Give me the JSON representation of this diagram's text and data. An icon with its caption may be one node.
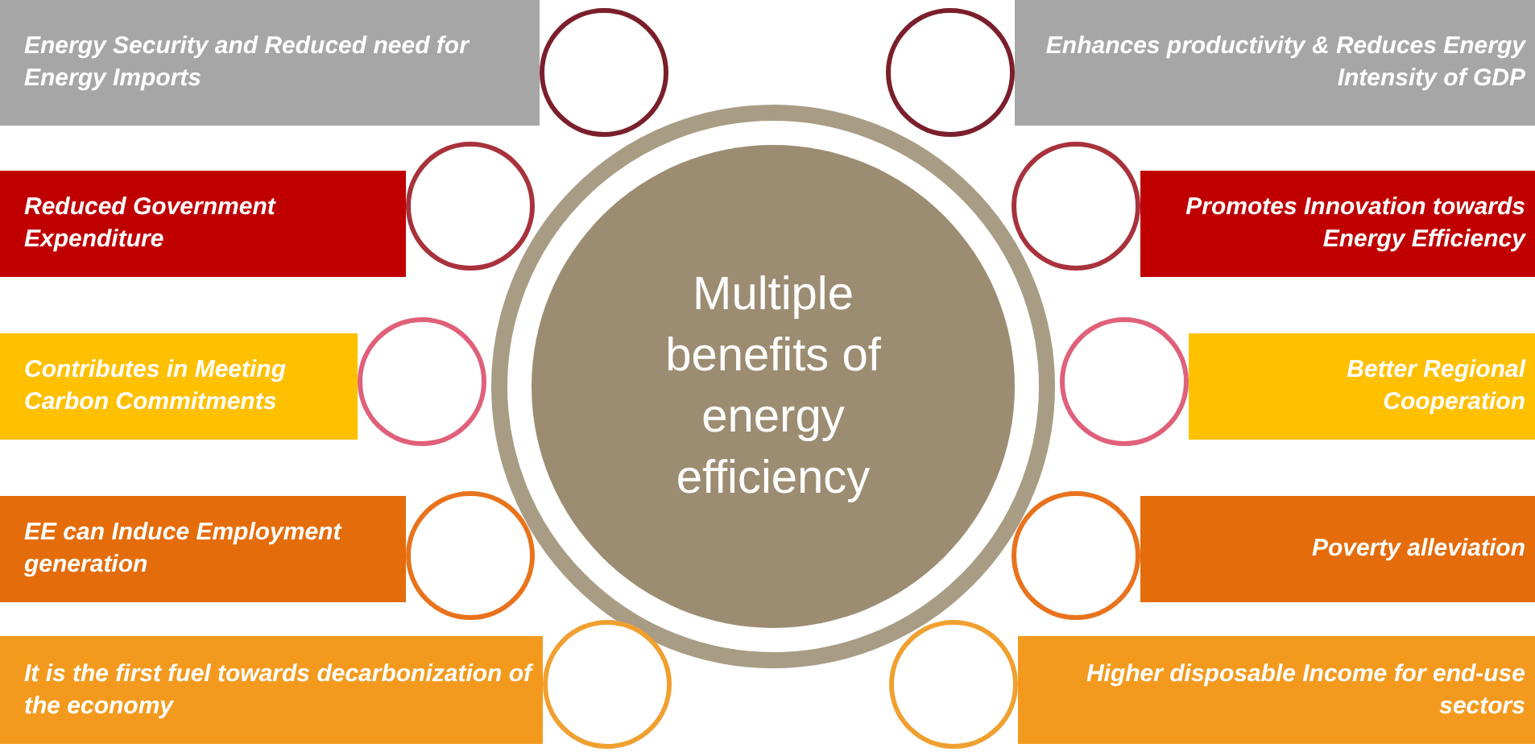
{
  "diagram": {
    "nodes": [
      {
        "text": [],
        "shape": "circle"
      },
      {
        "text": [
          "Multiple benefits of energy efficiency"
        ],
        "in": 0
      },
      {
        "text": [
          "Energy Security and Reduced need for Energy Imports"
        ]
      },
      {
        "text": [
          "Enhances productivity & Reduces Energy Intensity of GDP"
        ]
      },
      {
        "text": [
          "Reduced Government Expenditure"
        ]
      },
      {
        "text": [
          "Promotes Innovation towards Energy Efficiency"
        ]
      },
      {
        "text": [
          "Contributes in Meeting Carbon Commitments"
        ]
      },
      {
        "text": [
          "Better Regional Cooperation"
        ]
      },
      {
        "text": [
          "EE can Induce Employment generation"
        ]
      },
      {
        "text": [
          "Poverty alleviation"
        ]
      },
      {
        "text": [
          "It is the first fuel towards decarbonization of the economy"
        ]
      },
      {
        "text": [
          "Higher disposable Income for end-use sectors"
        ]
      },
      {
        "text": [],
        "shape": "circle"
      },
      {
        "text": [],
        "shape": "circle"
      },
      {
        "text": [],
        "shape": "circle"
      },
      {
        "text": [],
        "shape": "circle"
      },
      {
        "text": [],
        "shape": "circle"
      },
      {
        "text": [],
        "shape": "circle"
      },
      {
        "text": [],
        "shape": "circle"
      },
      {
        "text": [],
        "shape": "circle"
      },
      {
        "text": [],
        "shape": "circle"
      },
      {
        "text": [],
        "shape": "circle"
      }
    ]
  }
}
